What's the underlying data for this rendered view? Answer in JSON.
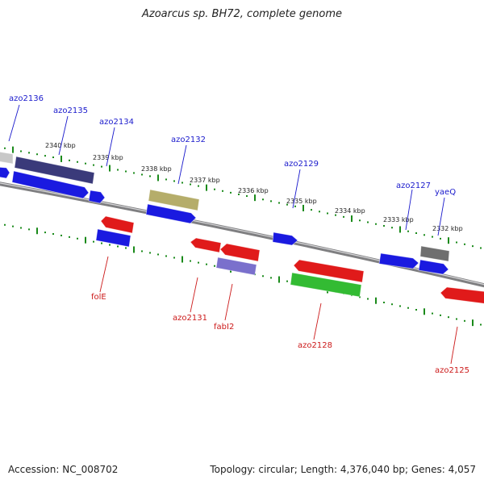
{
  "title": "Azoarcus sp. BH72, complete genome",
  "accession": "Accession: NC_008702",
  "summary": "Topology: circular; Length: 4,376,040 bp; Genes: 4,057",
  "colors": {
    "backbone": "#7f7f81",
    "backbone_highlight": "#d8d8da",
    "tick_dot": "#1a8a1a",
    "forward_label": "#1a1acc",
    "reverse_label": "#cc1a1a",
    "blue_gene": "#1a1ae0",
    "red_gene": "#e01a1a",
    "green_gene": "#33bb33",
    "navy_gene": "#3a3a7a",
    "olive_gene": "#b5ad6a",
    "lavender_gene": "#7a70cc",
    "gray_gene": "#6f6f6f",
    "light_gray_gene": "#c8c8c8"
  },
  "kbp_ticks": [
    "2340 kbp",
    "2339 kbp",
    "2338 kbp",
    "2337 kbp",
    "2336 kbp",
    "2335 kbp",
    "2334 kbp",
    "2333 kbp",
    "2332 kbp"
  ],
  "gene_labels": {
    "forward": [
      "azo2136",
      "azo2135",
      "azo2134",
      "azo2132",
      "azo2129",
      "azo2127",
      "yaeQ"
    ],
    "reverse": [
      "folE",
      "azo2131",
      "fabI2",
      "azo2128",
      "azo2125"
    ]
  }
}
